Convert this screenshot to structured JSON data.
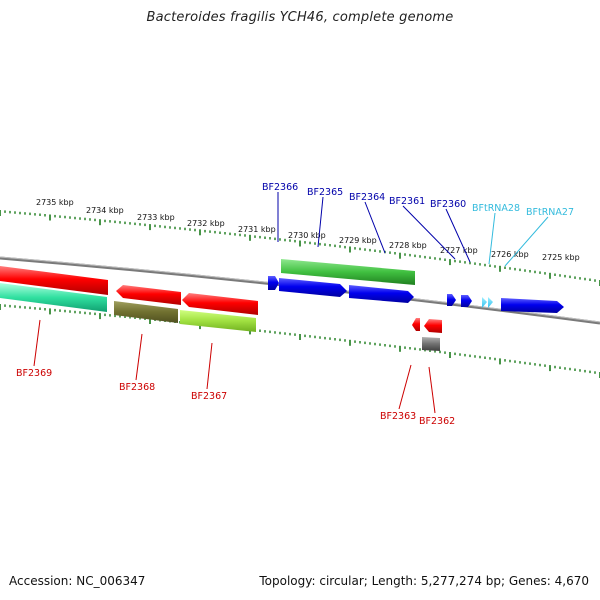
{
  "title": "Bacteroides fragilis YCH46, complete genome",
  "footer": {
    "accession": "Accession: NC_006347",
    "summary": "Topology: circular; Length: 5,277,274 bp; Genes: 4,670"
  },
  "colors": {
    "forward_label": "#0000aa",
    "rna_label": "#33bbdd",
    "reverse_label": "#cc0000",
    "tick": "#1a7a1a",
    "backbone": "#808080"
  },
  "scale_labels": [
    "2735 kbp",
    "2734 kbp",
    "2733 kbp",
    "2732 kbp",
    "2731 kbp",
    "2730 kbp",
    "2729 kbp",
    "2728 kbp",
    "2727 kbp",
    "2726 kbp",
    "2725 kbp"
  ],
  "forward_labels": [
    "BF2366",
    "BF2365",
    "BF2364",
    "BF2361",
    "BF2360"
  ],
  "rna_labels": [
    "BFtRNA28",
    "BFtRNA27"
  ],
  "reverse_labels": [
    "BF2369",
    "BF2368",
    "BF2367",
    "BF2363",
    "BF2362"
  ]
}
